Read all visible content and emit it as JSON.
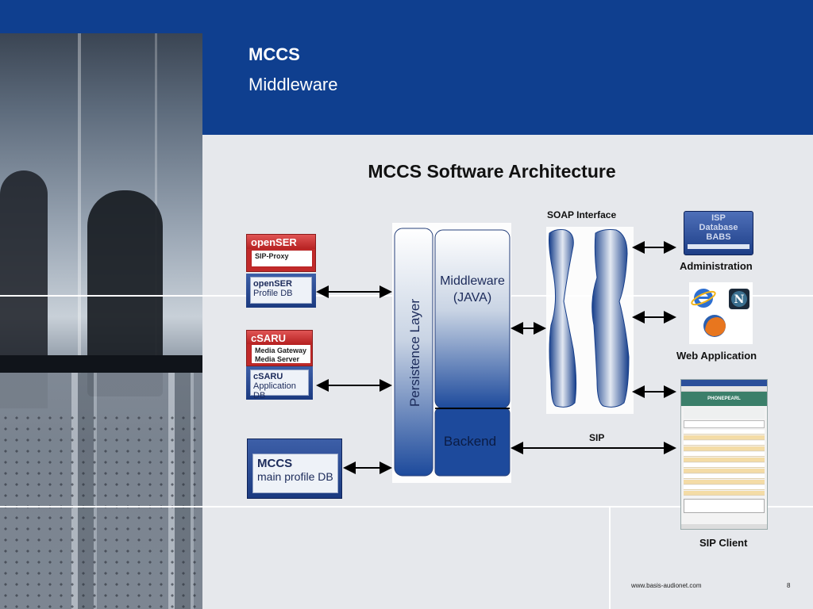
{
  "header": {
    "title": "MCCS",
    "subtitle": "Middleware"
  },
  "diagram": {
    "title": "MCCS Software Architecture",
    "persistence_layer": "Persistence Layer",
    "middleware": "Middleware (JAVA)",
    "backend": "Backend",
    "soap_interface": "SOAP Interface",
    "sip": "SIP",
    "opensr_head": "openSER",
    "opensr_proxy": "SIP-Proxy",
    "opensr_db_title": "openSER",
    "opensr_db_sub": "Profile DB",
    "csaru_head": "cSARU",
    "csaru_gateway": "Media Gateway",
    "csaru_server": "Media Server",
    "csaru_db_title": "cSARU",
    "csaru_db_sub": "Application DB",
    "mccs_db_title": "MCCS",
    "mccs_db_sub": "main profile DB",
    "isp_line1": "ISP",
    "isp_line2": "Database",
    "isp_line3": "BABS",
    "administration": "Administration",
    "web_application": "Web Application",
    "sip_client": "SIP Client",
    "sip_client_brand": "PHONEPEARL"
  },
  "footer": {
    "url": "www.basis-audionet.com",
    "page": "8"
  },
  "colors": {
    "header_blue": "#0f3f8f",
    "red": "#c12a2a",
    "dark_blue": "#1b3a80"
  }
}
